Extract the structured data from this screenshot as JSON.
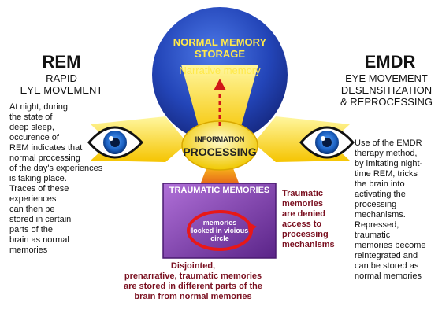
{
  "left": {
    "title": "REM",
    "subtitle_line1": "RAPID",
    "subtitle_line2": "EYE MOVEMENT",
    "text": "At night, during\nthe state of\ndeep sleep,\noccurence of\nREM indicates that\nnormal processing\nof the day's experiences\nis taking place.\nTraces of these\nexperiences\ncan then be\nstored in certain\nparts of the\nbrain as normal\nmemories"
  },
  "right": {
    "title": "EMDR",
    "subtitle_line1": "EYE MOVEMENT",
    "subtitle_line2": "DESENSITIZATION",
    "subtitle_line3": "& REPROCESSING",
    "text": "Use of the EMDR\ntherapy method,\nby imitating night-\ntime REM, tricks\nthe brain into\nactivating the\nprocessing\nmechanisms.\nRepressed,\ntraumatic\nmemories become\nreintegrated and\ncan be stored as\nnormal memories"
  },
  "storage": {
    "line1": "NORMAL MEMORY",
    "line2": "STORAGE",
    "narrative": "Narrative memory"
  },
  "processing": {
    "small": "INFORMATION",
    "big": "PROCESSING"
  },
  "trauma": {
    "title": "TRAUMATIC MEMORIES",
    "circle": "memories\nlocked in vicious\ncircle"
  },
  "denied": "Traumatic\nmemories\nare denied\naccess to\nprocessing\nmechanisms",
  "disjointed": "Disjointed,\nprenarrative, traumatic memories\nare stored in different parts of the\nbrain from normal memories",
  "colors": {
    "blue_dome": "#1e3aa8",
    "yellow": "#f5d400",
    "purple_box": "#7b3fa6",
    "maroon_text": "#7a1020",
    "eye_iris": "#1a5fc0"
  }
}
